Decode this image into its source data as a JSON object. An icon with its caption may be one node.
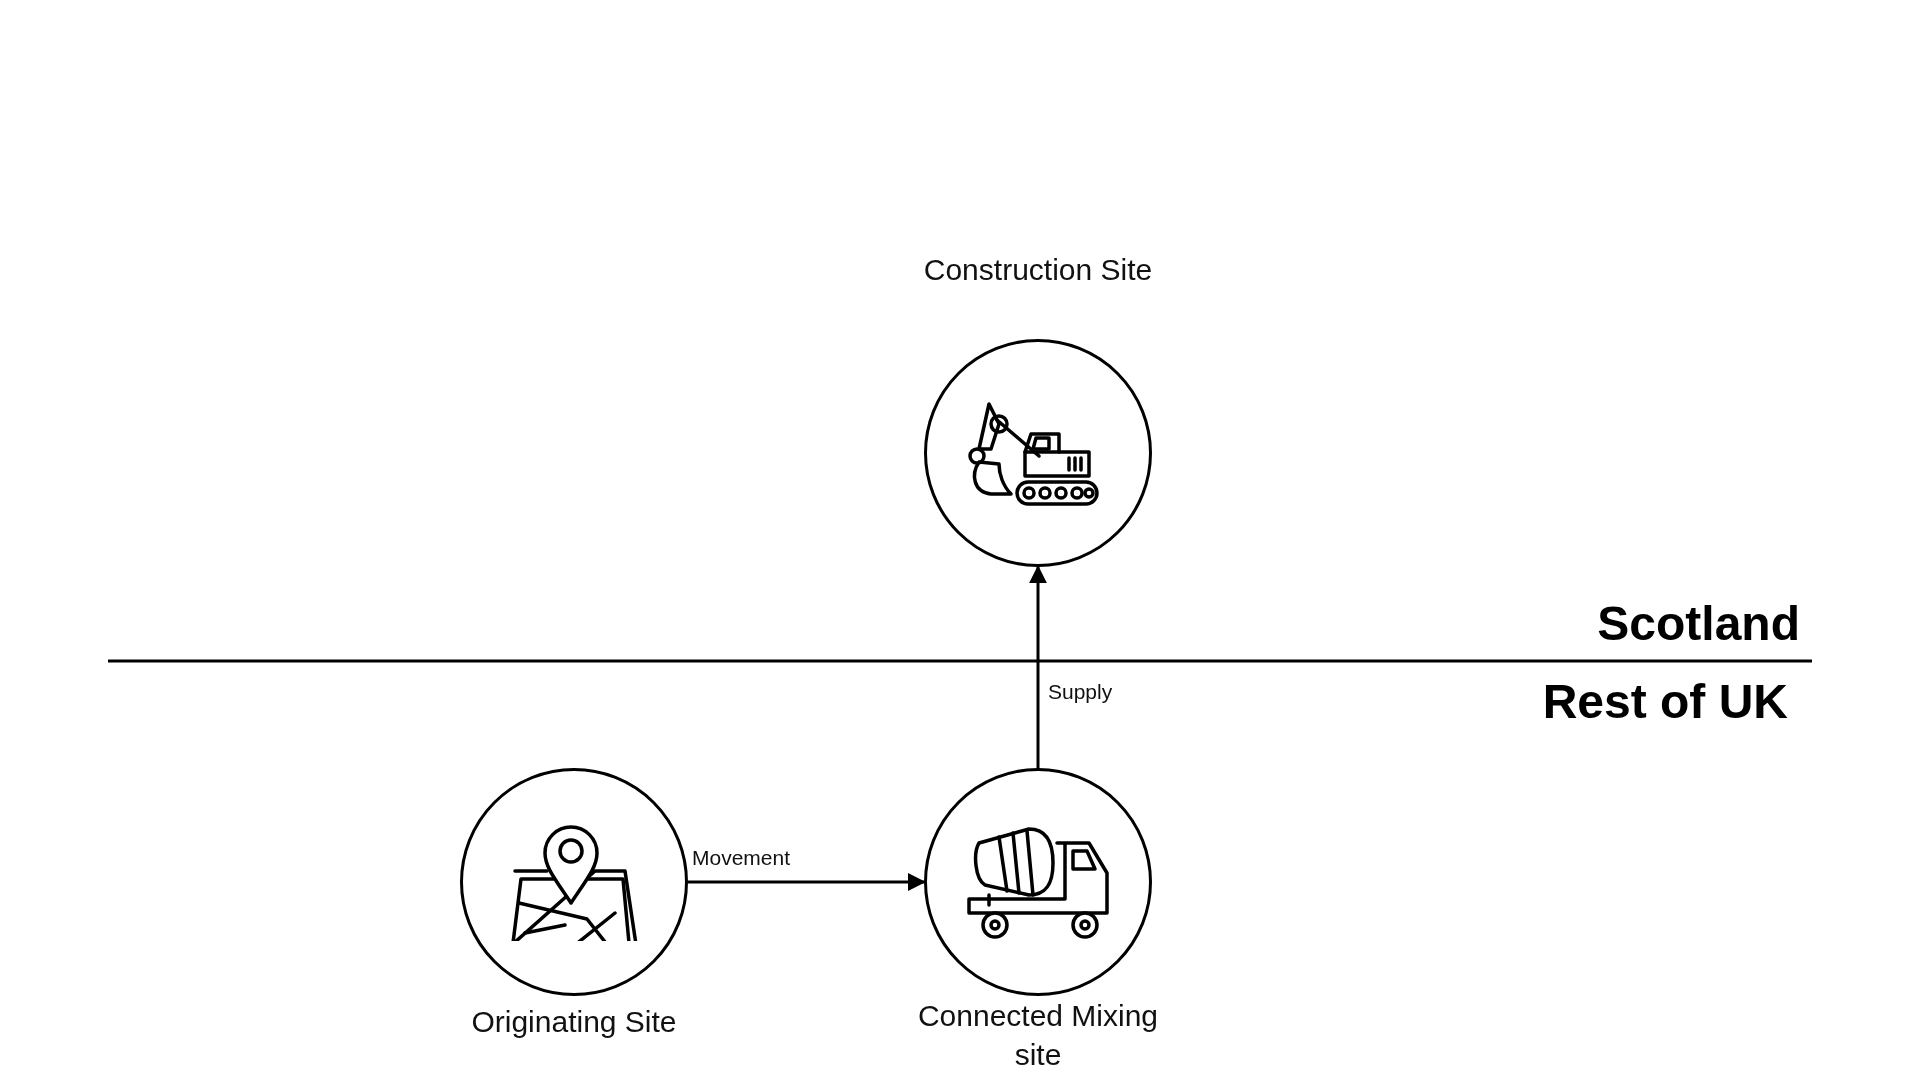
{
  "diagram": {
    "nodes": [
      {
        "text": [
          "Construction Site"
        ]
      },
      {
        "text": [
          "Originating Site"
        ]
      },
      {
        "text": [
          "Connected Mixing site"
        ]
      }
    ],
    "edges": [
      {
        "from": 1,
        "to": 2,
        "arrow": "to",
        "label": "Movement"
      },
      {
        "from": 2,
        "to": 0,
        "arrow": "to",
        "label": "Supply"
      }
    ],
    "labels": [
      "Scotland",
      "Rest of UK"
    ]
  }
}
